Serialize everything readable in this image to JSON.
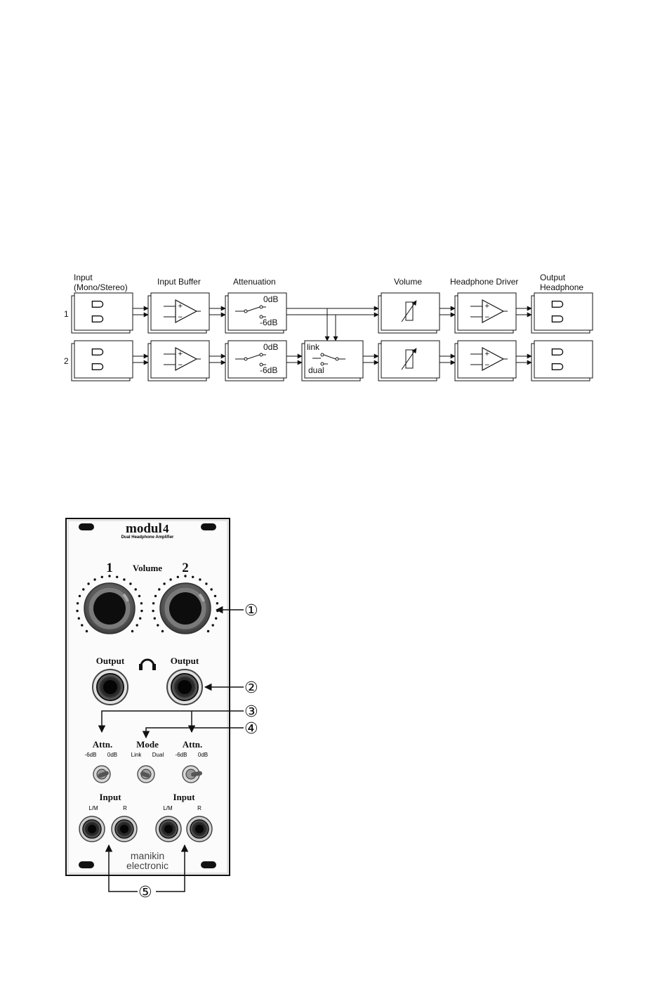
{
  "block_diagram": {
    "labels": {
      "input": "Input",
      "input_mode": "(Mono/Stereo)",
      "input_buffer": "Input Buffer",
      "attenuation": "Attenuation",
      "volume": "Volume",
      "headphone_driver": "Headphone Driver",
      "output_line1": "Output",
      "output_line2": "Headphone"
    },
    "channels": [
      "1",
      "2"
    ],
    "attenuation_switch": {
      "top": "0dB",
      "bottom": "-6dB"
    },
    "mode_switch": {
      "top": "link",
      "bottom": "dual"
    }
  },
  "panel": {
    "brand_main": "modul",
    "brand_number": "4",
    "subtitle": "Dual Headphone Amplifier",
    "volume_label": "Volume",
    "channel_1": "1",
    "channel_2": "2",
    "output_left": "Output",
    "output_right": "Output",
    "attn_left": "Attn.",
    "attn_left_low": "-6dB",
    "attn_left_high": "0dB",
    "mode": "Mode",
    "mode_link": "Link",
    "mode_dual": "Dual",
    "attn_right": "Attn.",
    "attn_right_low": "-6dB",
    "attn_right_high": "0dB",
    "input_left": "Input",
    "input_left_lm": "L/M",
    "input_left_r": "R",
    "input_right": "Input",
    "input_right_lm": "L/M",
    "input_right_r": "R",
    "maker_line1": "manikin",
    "maker_line2": "electronic"
  },
  "callouts": [
    "①",
    "②",
    "③",
    "④",
    "⑤"
  ]
}
